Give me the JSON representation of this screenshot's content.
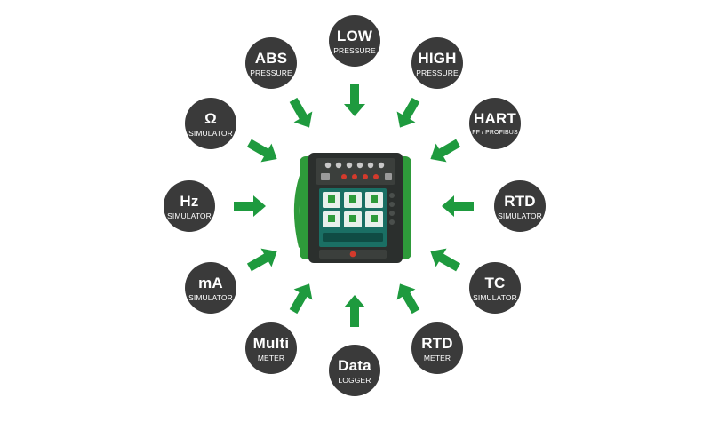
{
  "colors": {
    "node_bg": "#3a3a3a",
    "arrow": "#1e9a3e",
    "device_green": "#2e9a3a",
    "device_body": "#2b2f2d",
    "screen": "#1a6f64"
  },
  "nodes": [
    {
      "id": "low-pressure",
      "main": "LOW",
      "sub": "PRESSURE"
    },
    {
      "id": "high-pressure",
      "main": "HIGH",
      "sub": "PRESSURE"
    },
    {
      "id": "hart",
      "main": "HART",
      "sub": "FF / PROFIBUS"
    },
    {
      "id": "rtd-simulator",
      "main": "RTD",
      "sub": "SIMULATOR"
    },
    {
      "id": "tc-simulator",
      "main": "TC",
      "sub": "SIMULATOR"
    },
    {
      "id": "rtd-meter",
      "main": "RTD",
      "sub": "METER"
    },
    {
      "id": "data-logger",
      "main": "Data",
      "sub": "LOGGER"
    },
    {
      "id": "multi-meter",
      "main": "Multi",
      "sub": "METER"
    },
    {
      "id": "ma-simulator",
      "main": "mA",
      "sub": "SIMULATOR"
    },
    {
      "id": "hz-simulator",
      "main": "Hz",
      "sub": "SIMULATOR"
    },
    {
      "id": "ohm-simulator",
      "main": "Ω",
      "sub": "SIMULATOR"
    },
    {
      "id": "abs-pressure",
      "main": "ABS",
      "sub": "PRESSURE"
    }
  ]
}
